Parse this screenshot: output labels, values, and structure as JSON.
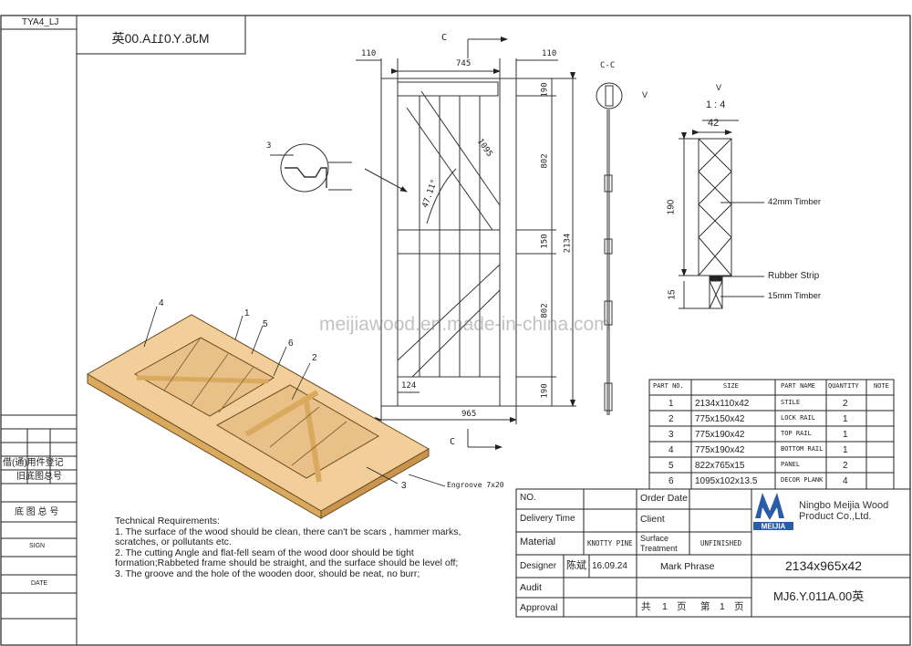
{
  "sheet": {
    "template_code": "TYA4_LJ",
    "drawing_no_mirrored": "MJ6.Y.011A.00英",
    "watermark": "meijiawood.en.made-in-china.com",
    "left_strip": {
      "borrow_register": "借(通)用件登记",
      "old_drawing_no": "旧底图总号",
      "base_drawing_no": "底 图 总 号",
      "sign": "SIGN",
      "date": "DATE"
    }
  },
  "section_mark": {
    "letter": "C",
    "section_label": "C-C",
    "view_mark": "V"
  },
  "front_view": {
    "dim_stile_left": "110",
    "dim_panel_width": "745",
    "dim_stile_right": "110",
    "dim_top_rail": "190",
    "dim_upper_panel": "802",
    "dim_lock_rail": "150",
    "dim_lower_panel": "802",
    "dim_bottom_rail": "190",
    "dim_overall_height": "2134",
    "dim_overall_width": "965",
    "dim_plank": "124",
    "dim_brace": "1095",
    "dim_angle": "47.11°"
  },
  "groove_detail": {
    "dim": "3"
  },
  "detail_v": {
    "title": "V",
    "scale": "1 : 4",
    "dim_width": "42",
    "dim_height": "190",
    "dim_bottom": "15",
    "label_42mm": "42mm Timber",
    "label_rubber": "Rubber Strip",
    "label_15mm": "15mm Timber"
  },
  "iso_view": {
    "callouts": [
      "1",
      "2",
      "3",
      "4",
      "5",
      "6"
    ],
    "engroove": "Engroove 7x20"
  },
  "parts_table": {
    "headers": [
      "PART NO.",
      "SIZE",
      "PART NAME",
      "QUANTITY",
      "NOTE"
    ],
    "rows": [
      [
        "1",
        "2134x110x42",
        "STILE",
        "2",
        ""
      ],
      [
        "2",
        "775x150x42",
        "LOCK RAIL",
        "1",
        ""
      ],
      [
        "3",
        "775x190x42",
        "TOP RAIL",
        "1",
        ""
      ],
      [
        "4",
        "775x190x42",
        "BOTTOM RAIL",
        "1",
        ""
      ],
      [
        "5",
        "822x765x15",
        "PANEL",
        "2",
        ""
      ],
      [
        "6",
        "1095x102x13.5",
        "DECOR PLANK",
        "4",
        ""
      ]
    ]
  },
  "title_block": {
    "no_label": "NO.",
    "order_date_label": "Order Date",
    "delivery_label": "Delivery Time",
    "client_label": "Client",
    "material_label": "Material",
    "material_value": "KNOTTY PINE",
    "surface_label_1": "Surface",
    "surface_label_2": "Treatment",
    "surface_value": "UNFINISHED",
    "designer_label": "Designer",
    "designer_name": "陈斌",
    "designer_date": "16.09.24",
    "mark_phrase": "Mark Phrase",
    "audit_label": "Audit",
    "approval_label": "Approval",
    "total_label": "共",
    "total_value": "1",
    "page_unit": "页",
    "sheet_label": "第",
    "sheet_value": "1",
    "sheet_unit": "页",
    "company_line1": "Ningbo Meijia Wood",
    "company_line2": "Product Co.,Ltd.",
    "logo_text": "MEIJIA",
    "size": "2134x965x42",
    "drawing_no": "MJ6.Y.011A.00英"
  },
  "technical": {
    "title": "Technical Requirements:",
    "item1": "1. The surface of the wood should be clean, there can't be scars , hammer marks, scratches, or pollutants etc.",
    "item2": "2. The cutting Angle and flat-fell seam of the wood door should be tight formation;Rabbeted frame should be straight, and the surface should be level off;",
    "item3": "3. The groove and the hole of the wooden door, should be neat, no burr;"
  },
  "colors": {
    "line": "#222222",
    "wood": "#f2cf9a",
    "wood_dark": "#d9a95e",
    "logo_blue": "#2a5caa"
  }
}
